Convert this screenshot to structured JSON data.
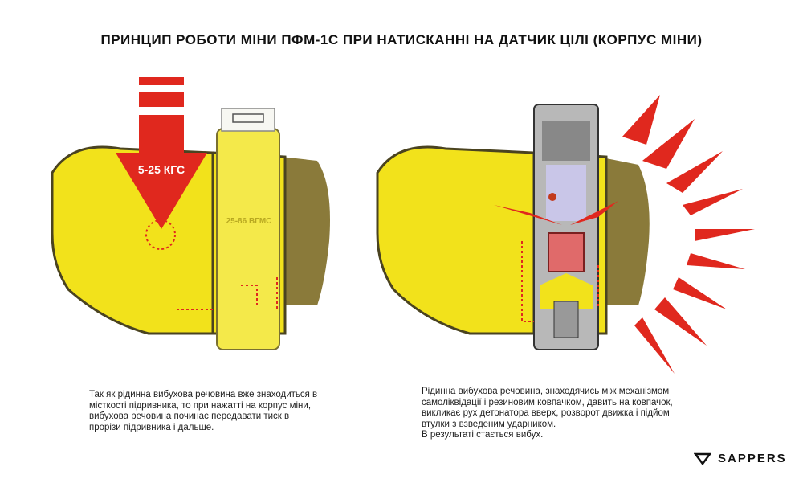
{
  "title": "ПРИНЦИП РОБОТИ МІНИ ПФМ-1С ПРИ НАТИСКАННІ НА ДАТЧИК ЦІЛІ (КОРПУС МІНИ)",
  "left_diagram": {
    "force_label": "5-25 КГС",
    "fuse_marking": "25-86  ВГМС",
    "description": "Так як рідинна вибухова речовина вже знаходиться в\nмісткості підривника, то при нажатті на корпус міни,\nвибухова речовина починає передавати тиск в\nпрорізи підривника і дальше."
  },
  "right_diagram": {
    "description": "Рідинна вибухова речовина, знаходячись між механізмом\nсамоліквідації і резиновим ковпачком, давить на ковпачок,\nвикликає рух детонатора вверх, розворот движка і підйом\nвтулки з взведеним ударником.\nВ результаті стається вибух."
  },
  "logo": {
    "text": "SAPPERS"
  },
  "colors": {
    "yellow": "#f2e21b",
    "red": "#e0281e",
    "olive": "#8a7a3a",
    "outline": "#4a4320"
  }
}
